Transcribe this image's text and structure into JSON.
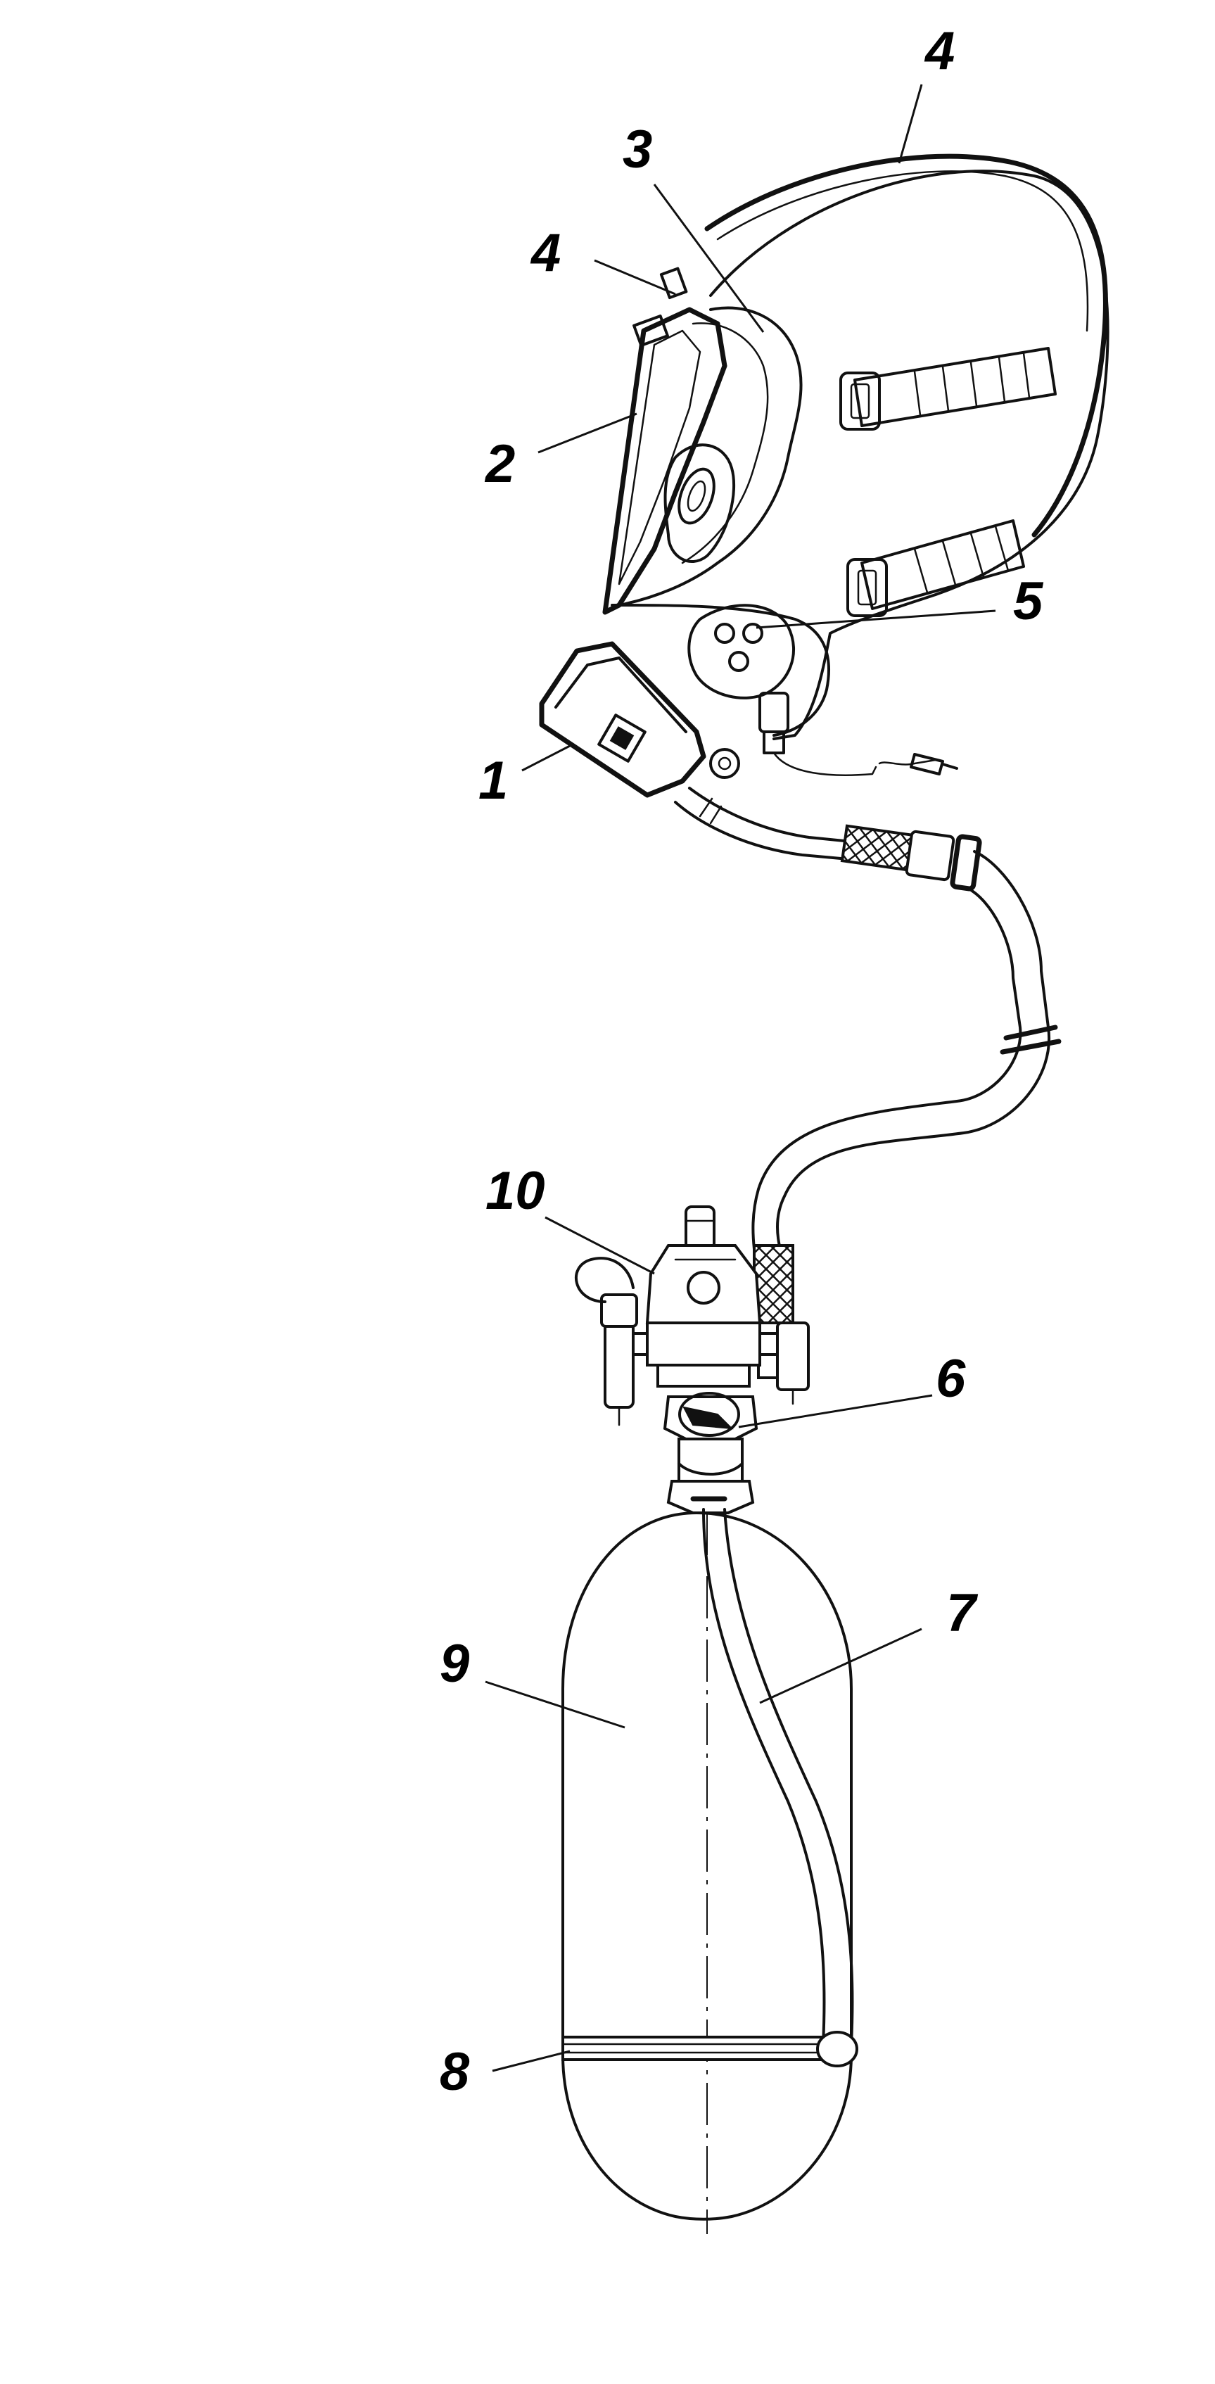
{
  "figure": {
    "callouts": [
      {
        "id": "1",
        "label": "1"
      },
      {
        "id": "2",
        "label": "2"
      },
      {
        "id": "3",
        "label": "3"
      },
      {
        "id": "4a",
        "label": "4"
      },
      {
        "id": "4b",
        "label": "4"
      },
      {
        "id": "5",
        "label": "5"
      },
      {
        "id": "6",
        "label": "6"
      },
      {
        "id": "7",
        "label": "7"
      },
      {
        "id": "8",
        "label": "8"
      },
      {
        "id": "9",
        "label": "9"
      },
      {
        "id": "10",
        "label": "10"
      }
    ]
  },
  "colors": {
    "ink": "#111111",
    "background": "#ffffff"
  }
}
